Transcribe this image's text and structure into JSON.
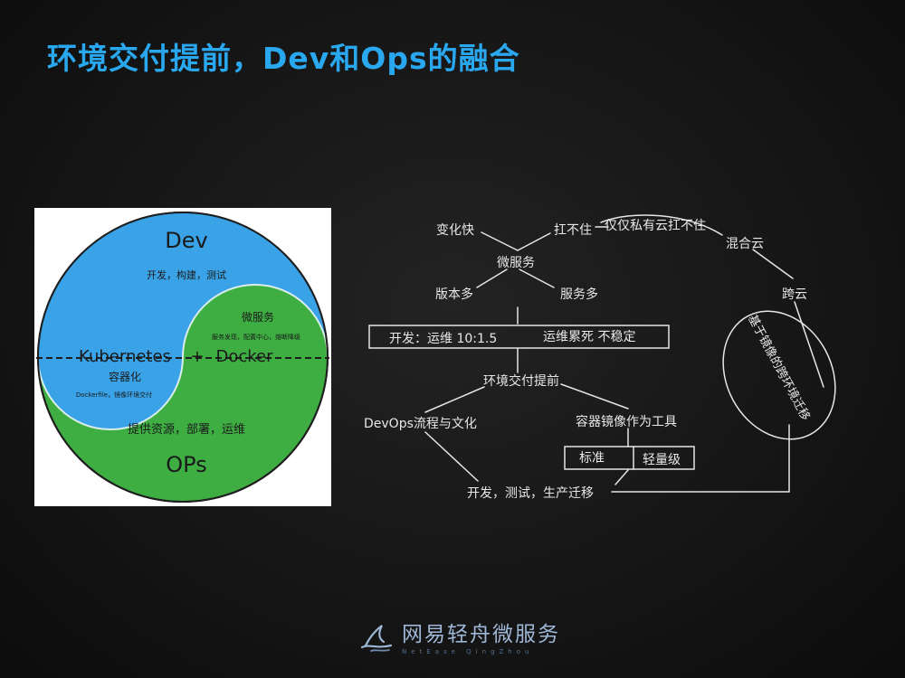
{
  "slide": {
    "title": "环境交付提前，Dev和Ops的融合"
  },
  "yinyang": {
    "dev_label": "Dev",
    "dev_sub": "开发，构建，测试",
    "micro_label": "微服务",
    "micro_sub": "服务发现，配置中心，熔断降级",
    "kubernetes_label": "Kubernetes",
    "plus_label": "+",
    "docker_label": "Docker",
    "container_label": "容器化",
    "dockerfile_label": "Dockerfile，镜像环境交付",
    "ops_sub": "提供资源，部署，运维",
    "ops_label": "OPs",
    "colors": {
      "dev": "#3aa2e6",
      "ops": "#3eae43",
      "line": "#1e1e1e"
    }
  },
  "diagram": {
    "nodes": {
      "fast_change": "变化快",
      "cant_hold": "扛不住",
      "private_cloud": "仅仅私有云扛不住",
      "microservice": "微服务",
      "hybrid_cloud": "混合云",
      "many_versions": "版本多",
      "many_services": "服务多",
      "cross_cloud": "跨云",
      "dev_ops_ratio": "开发：运维 10:1.5",
      "ops_tired": "运维累死 不稳定",
      "env_delivery": "环境交付提前",
      "devops_culture": "DevOps流程与文化",
      "container_image": "容器镜像作为工具",
      "standard": "标准",
      "lightweight": "轻量级",
      "migration": "开发，测试，生产迁移",
      "image_migration": "基于镜像的跨环境迁移"
    }
  },
  "footer": {
    "brand": "网易轻舟微服务",
    "sub": "NetEase QingZhou",
    "logo_icon": "wave-logo-icon"
  }
}
